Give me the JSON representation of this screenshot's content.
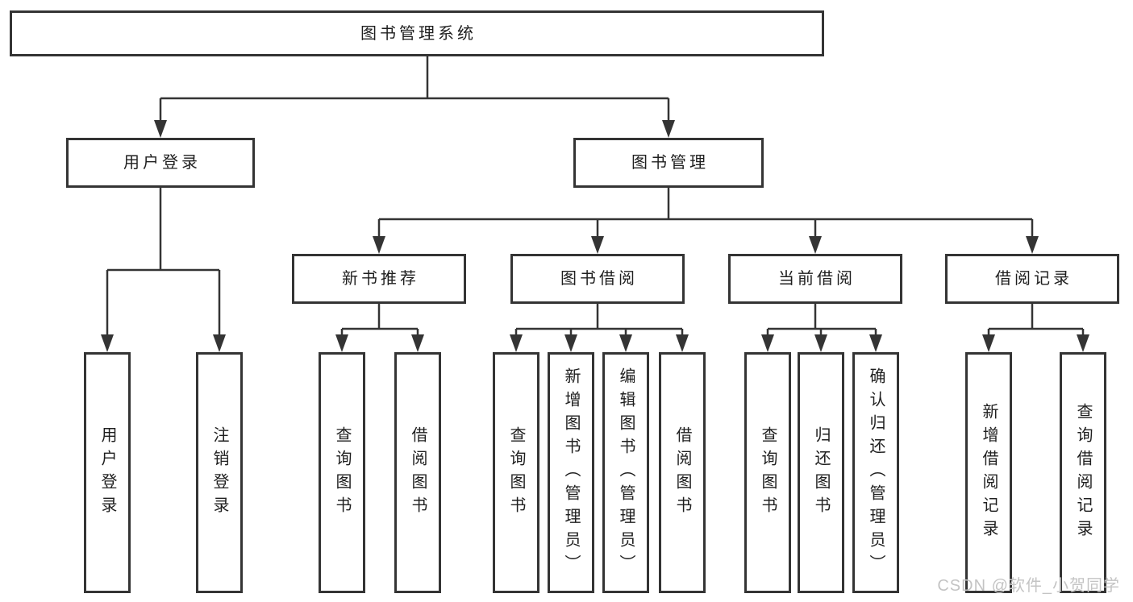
{
  "tree": {
    "root": "图书管理系统",
    "level2": [
      {
        "label": "用户登录",
        "children": [
          "用户登录",
          "注销登录"
        ]
      },
      {
        "label": "图书管理",
        "sections": [
          {
            "label": "新书推荐",
            "children": [
              "查询图书",
              "借阅图书"
            ]
          },
          {
            "label": "图书借阅",
            "children": [
              "查询图书",
              "新增图书（管理员）",
              "编辑图书（管理员）",
              "借阅图书"
            ]
          },
          {
            "label": "当前借阅",
            "children": [
              "查询图书",
              "归还图书",
              "确认归还（管理员）"
            ]
          },
          {
            "label": "借阅记录",
            "children": [
              "新增借阅记录",
              "查询借阅记录"
            ]
          }
        ]
      }
    ]
  },
  "watermark": {
    "text": "CSDN @软件_小贺同学"
  },
  "colors": {
    "line": "#343434",
    "box_border": "#343434",
    "text": "#1f1f1f",
    "watermark": "#c4c4c4",
    "background": "#ffffff"
  }
}
